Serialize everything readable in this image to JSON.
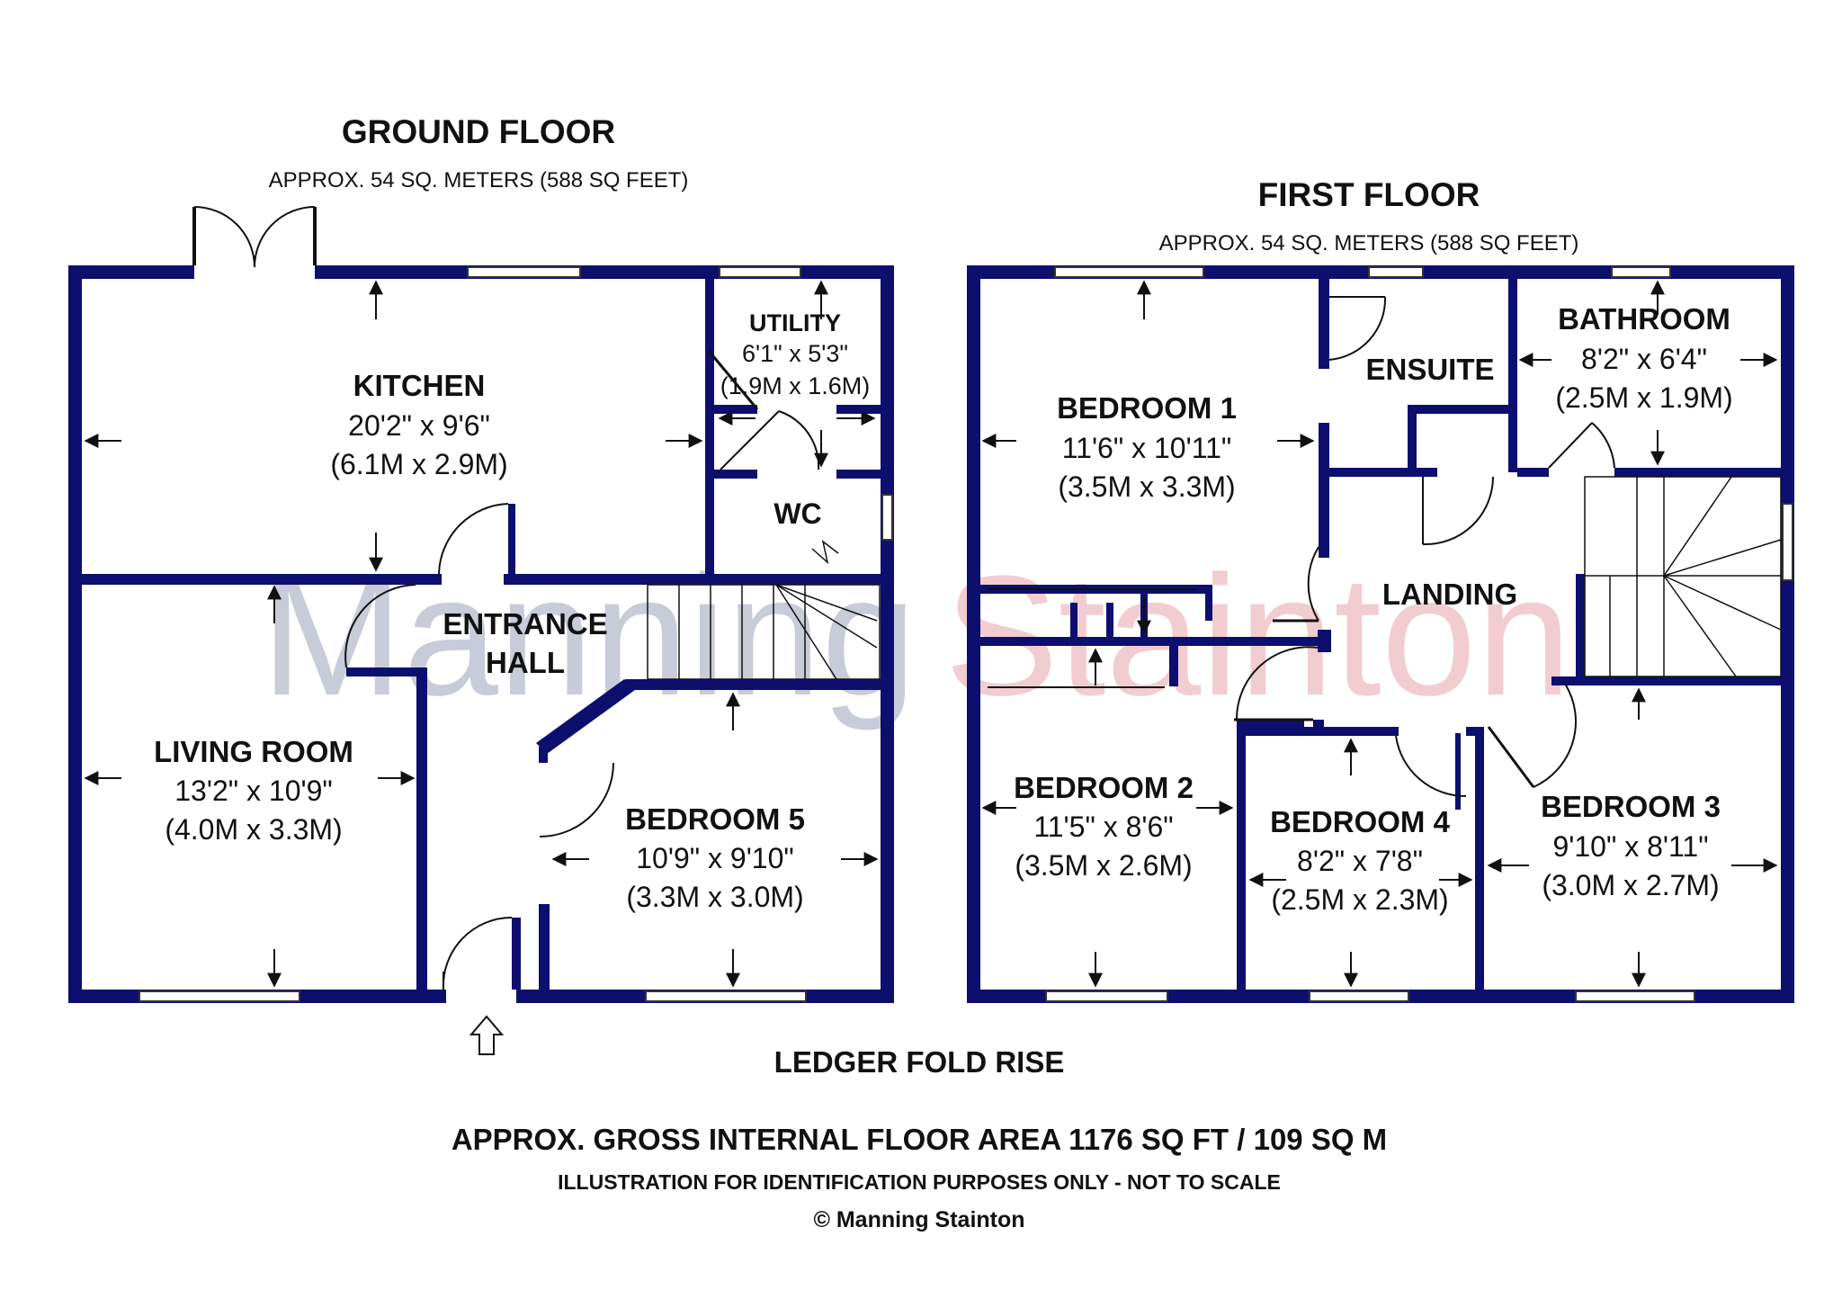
{
  "ground_floor": {
    "title": "GROUND FLOOR",
    "area": "APPROX. 54 SQ. METERS (588 SQ FEET)",
    "rooms": {
      "kitchen": {
        "name": "KITCHEN",
        "imperial": "20'2\" x 9'6\"",
        "metric": "(6.1M x 2.9M)"
      },
      "utility": {
        "name": "UTILITY",
        "imperial": "6'1\" x 5'3\"",
        "metric": "(1.9M x 1.6M)"
      },
      "wc": {
        "name": "WC"
      },
      "entrance_hall": {
        "name_line1": "ENTRANCE",
        "name_line2": "HALL"
      },
      "living_room": {
        "name": "LIVING ROOM",
        "imperial": "13'2\" x 10'9\"",
        "metric": "(4.0M x 3.3M)"
      },
      "bedroom5": {
        "name": "BEDROOM 5",
        "imperial": "10'9\" x 9'10\"",
        "metric": "(3.3M x 3.0M)"
      }
    }
  },
  "first_floor": {
    "title": "FIRST FLOOR",
    "area": "APPROX. 54 SQ. METERS (588 SQ FEET)",
    "rooms": {
      "bedroom1": {
        "name": "BEDROOM 1",
        "imperial": "11'6\" x 10'11\"",
        "metric": "(3.5M x 3.3M)"
      },
      "ensuite": {
        "name": "ENSUITE"
      },
      "bathroom": {
        "name": "BATHROOM",
        "imperial": "8'2\" x 6'4\"",
        "metric": "(2.5M x 1.9M)"
      },
      "landing": {
        "name": "LANDING"
      },
      "bedroom2": {
        "name": "BEDROOM 2",
        "imperial": "11'5\" x 8'6\"",
        "metric": "(3.5M x 2.6M)"
      },
      "bedroom4": {
        "name": "BEDROOM 4",
        "imperial": "8'2\" x 7'8\"",
        "metric": "(2.5M x 2.3M)"
      },
      "bedroom3": {
        "name": "BEDROOM 3",
        "imperial": "9'10\" x 8'11\"",
        "metric": "(3.0M x 2.7M)"
      }
    }
  },
  "watermark": {
    "part1": "Manning",
    "part2": "Stainton"
  },
  "footer": {
    "street": "LEDGER FOLD RISE",
    "gross_area": "APPROX. GROSS INTERNAL FLOOR AREA 1176 SQ FT / 109 SQ M",
    "disclaimer": "ILLUSTRATION FOR IDENTIFICATION PURPOSES ONLY - NOT TO SCALE",
    "copyright": "© Manning Stainton"
  },
  "colors": {
    "wall": "#0d0f6e",
    "watermark_blue": "#c7ccd8",
    "watermark_red": "#f1cdd1"
  },
  "icons": [
    "entrance-arrow-icon"
  ]
}
